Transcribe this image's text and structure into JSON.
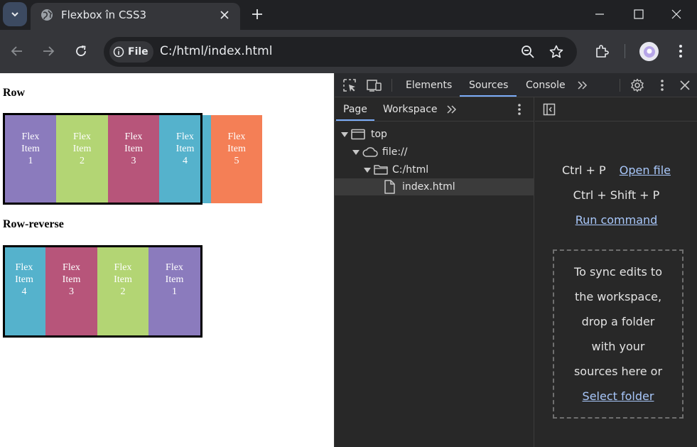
{
  "browser": {
    "tab_title": "Flexbox în CSS3",
    "chip_label": "File",
    "url": "C:/html/index.html"
  },
  "page": {
    "heading_row": "Row",
    "heading_row_reverse": "Row-reverse",
    "row_items": [
      {
        "label": "Flex Item 1",
        "l1": "Flex",
        "l2": "Item",
        "l3": "1",
        "color": "#8b7bbd"
      },
      {
        "label": "Flex Item 2",
        "l1": "Flex",
        "l2": "Item",
        "l3": "2",
        "color": "#b3d574"
      },
      {
        "label": "Flex Item 3",
        "l1": "Flex",
        "l2": "Item",
        "l3": "3",
        "color": "#b7557a"
      },
      {
        "label": "Flex Item 4",
        "l1": "Flex",
        "l2": "Item",
        "l3": "4",
        "color": "#55b2cc"
      },
      {
        "label": "Flex Item 5",
        "l1": "Flex",
        "l2": "Item",
        "l3": "5",
        "color": "#f47f56"
      }
    ],
    "reverse_items": [
      {
        "l1": "Flex",
        "l2": "Item",
        "l3": "4",
        "color": "#55b2cc"
      },
      {
        "l1": "Flex",
        "l2": "Item",
        "l3": "3",
        "color": "#b7557a"
      },
      {
        "l1": "Flex",
        "l2": "Item",
        "l3": "2",
        "color": "#b3d574"
      },
      {
        "l1": "Flex",
        "l2": "Item",
        "l3": "1",
        "color": "#8b7bbd"
      }
    ]
  },
  "devtools": {
    "tabs": [
      "Elements",
      "Sources",
      "Console"
    ],
    "active_tab": "Sources",
    "nav_tabs": [
      "Page",
      "Workspace"
    ],
    "tree": {
      "top": "top",
      "origin": "file://",
      "folder": "C:/html",
      "file": "index.html"
    },
    "shortcut1_keys": "Ctrl + P",
    "shortcut1_action": "Open file",
    "shortcut2_keys": "Ctrl + Shift + P",
    "shortcut2_action": "Run command",
    "dropzone_lines": [
      "To sync edits to",
      "the workspace,",
      "drop a folder",
      "with your",
      "sources here or"
    ],
    "dropzone_link": "Select folder"
  },
  "colors": {
    "accent": "#7cacf8",
    "link": "#a8c7fa"
  }
}
